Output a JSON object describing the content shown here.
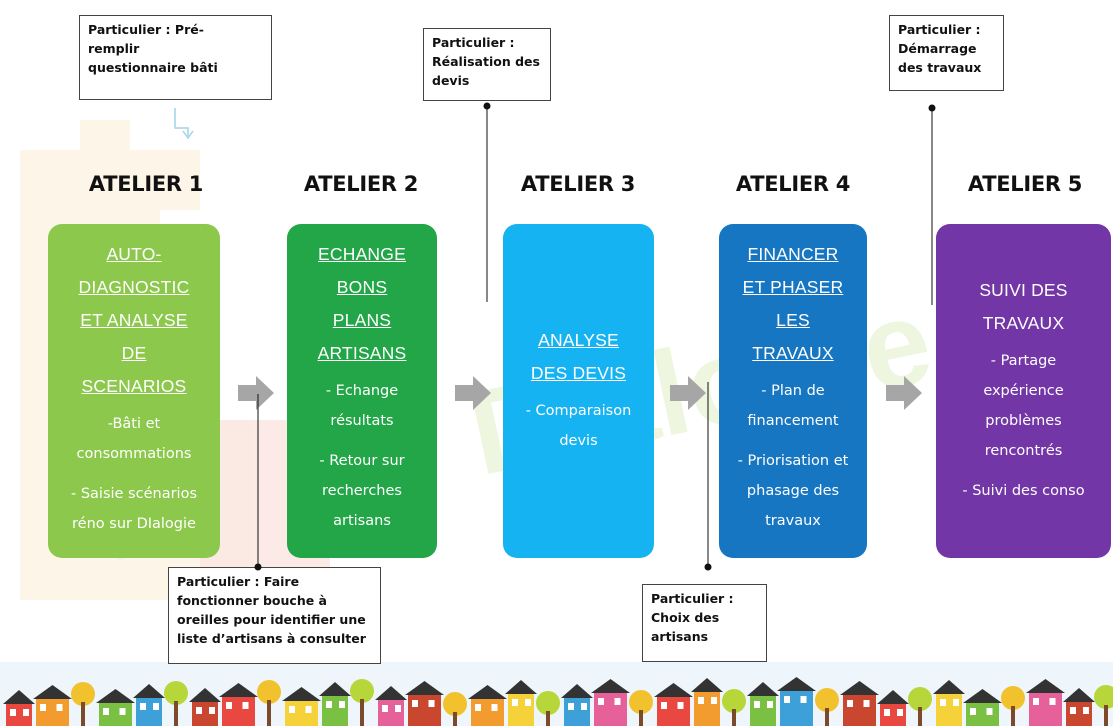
{
  "workshops": [
    {
      "title": "ATELIER 1",
      "heading": [
        "AUTO-",
        "DIAGNOSTIC",
        "ET ANALYSE",
        "DE",
        "SCENARIOS"
      ],
      "heading_underlined": true,
      "bullets": [
        "-Bâti et consommations",
        "- Saisie scénarios réno sur DIalogie"
      ],
      "color": "#8cc84b"
    },
    {
      "title": "ATELIER 2",
      "heading": [
        "ECHANGE",
        "BONS",
        "PLANS",
        "ARTISANS"
      ],
      "heading_underlined": true,
      "bullets": [
        "- Echange résultats",
        "- Retour sur recherches artisans"
      ],
      "color": "#22a648"
    },
    {
      "title": "ATELIER 3",
      "heading": [
        "ANALYSE",
        "DES DEVIS"
      ],
      "heading_underlined": true,
      "bullets": [
        "- Comparaison devis"
      ],
      "color": "#16b3f2"
    },
    {
      "title": "ATELIER 4",
      "heading": [
        "FINANCER",
        "ET PHASER",
        "LES",
        "TRAVAUX"
      ],
      "heading_underlined": true,
      "bullets": [
        "- Plan de financement",
        "- Priorisation et phasage des travaux"
      ],
      "color": "#1676c2"
    },
    {
      "title": "ATELIER 5",
      "heading": [
        "SUIVI DES",
        "TRAVAUX"
      ],
      "heading_underlined": false,
      "bullets": [
        "- Partage expérience problèmes rencontrés",
        "- Suivi des conso"
      ],
      "color": "#7236a6"
    }
  ],
  "notes": {
    "prefill": "Particulier : Pré-remplir questionnaire bâti",
    "quotes": "Particulier : Réalisation des devis",
    "works_start": "Particulier : Démarrage des travaux",
    "word_of_mouth": "Particulier : Faire fonctionner bouche à oreilles pour identifier une liste d’artisans à consulter",
    "choice": "Particulier : Choix des artisans"
  },
  "colors": {
    "arrow": "#a6a6a6",
    "note_border": "#444444"
  }
}
